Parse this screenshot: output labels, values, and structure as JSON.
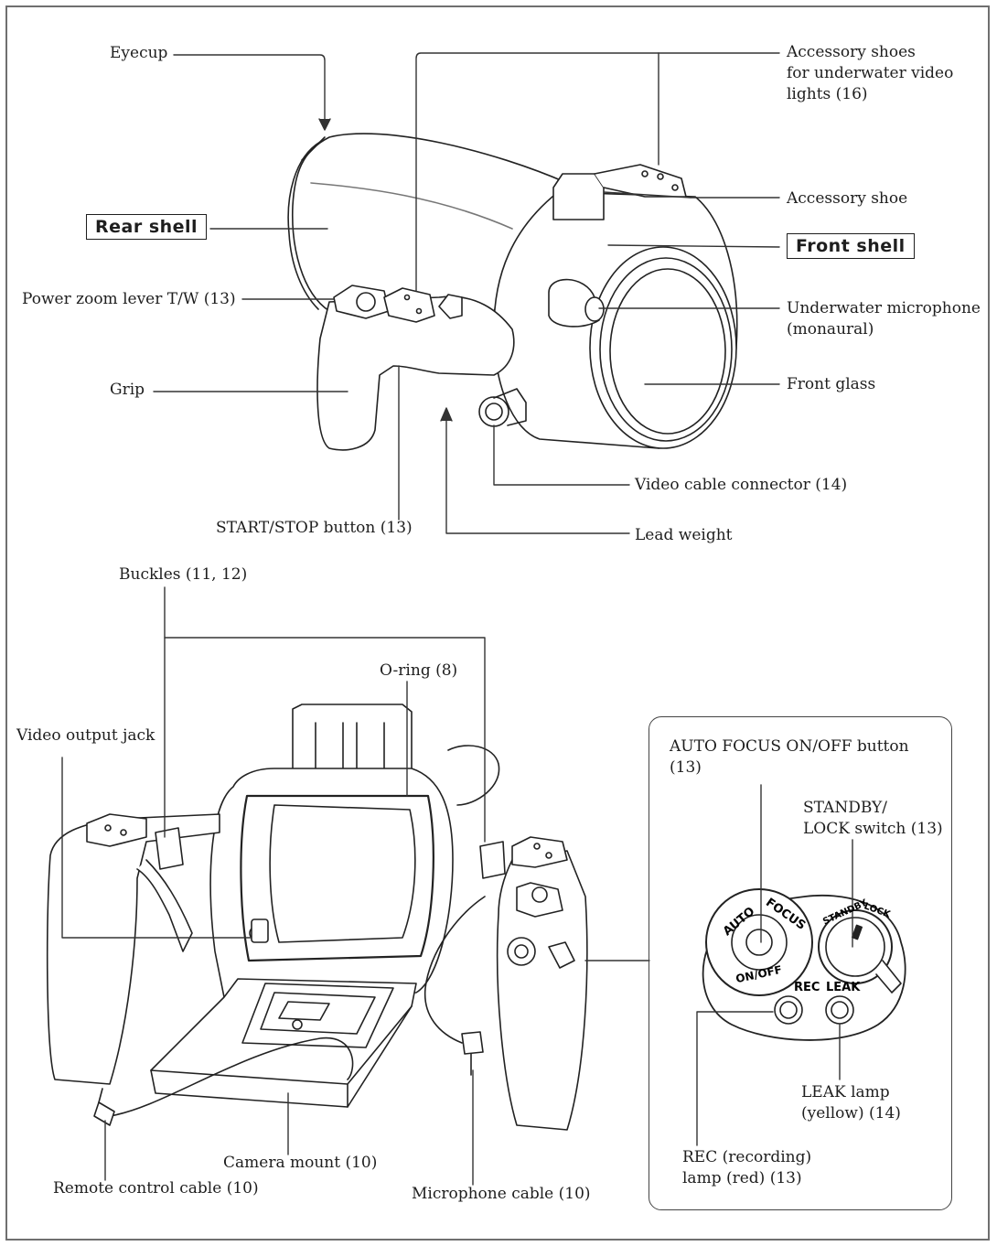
{
  "top_view": {
    "labels": {
      "eyecup": "Eyecup",
      "accessory_shoes": "Accessory shoes\nfor underwater video\nlights (16)",
      "accessory_shoe": "Accessory shoe",
      "rear_shell": "Rear shell",
      "front_shell": "Front shell",
      "power_zoom": "Power zoom lever T/W (13)",
      "underwater_mic": "Underwater microphone\n(monaural)",
      "grip": "Grip",
      "front_glass": "Front glass",
      "video_cable_connector": "Video cable connector (14)",
      "start_stop": "START/STOP button (13)",
      "lead_weight": "Lead weight"
    }
  },
  "bottom_view": {
    "labels": {
      "buckles": "Buckles (11, 12)",
      "o_ring": "O-ring (8)",
      "video_output_jack": "Video output jack",
      "camera_mount": "Camera mount (10)",
      "remote_control_cable": "Remote control cable (10)",
      "microphone_cable": "Microphone cable (10)"
    }
  },
  "inset": {
    "labels": {
      "auto_focus_button": "AUTO FOCUS ON/OFF button\n(13)",
      "standby_lock_switch": "STANDBY/\nLOCK switch (13)",
      "leak_lamp": "LEAK lamp\n(yellow) (14)",
      "rec_lamp": "REC (recording)\nlamp (red) (13)"
    },
    "panel_text": {
      "auto": "AUTO",
      "focus": "FOCUS",
      "on_off": "ON/OFF",
      "standby": "STANDBY",
      "lock": "LOCK",
      "rec": "REC",
      "leak": "LEAK"
    }
  }
}
